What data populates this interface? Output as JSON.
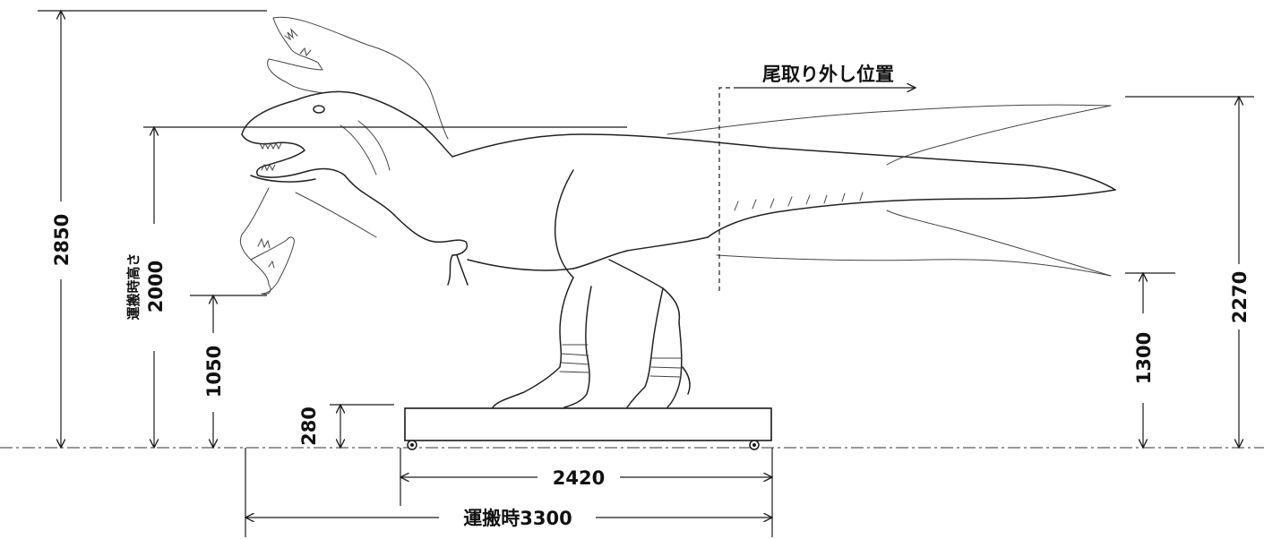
{
  "drawing": {
    "tail_note": "尾取り外し位置",
    "dimensions": {
      "total_height": "2850",
      "transport_height_label": "運搬時高さ",
      "transport_height": "2000",
      "head_clearance": "1050",
      "base_height": "280",
      "base_length": "2420",
      "transport_length": "運搬時3300",
      "tail_tip_height": "2270",
      "tail_low_height": "1300"
    },
    "colors": {
      "line": "#1a1a1a",
      "background": "#ffffff"
    }
  }
}
